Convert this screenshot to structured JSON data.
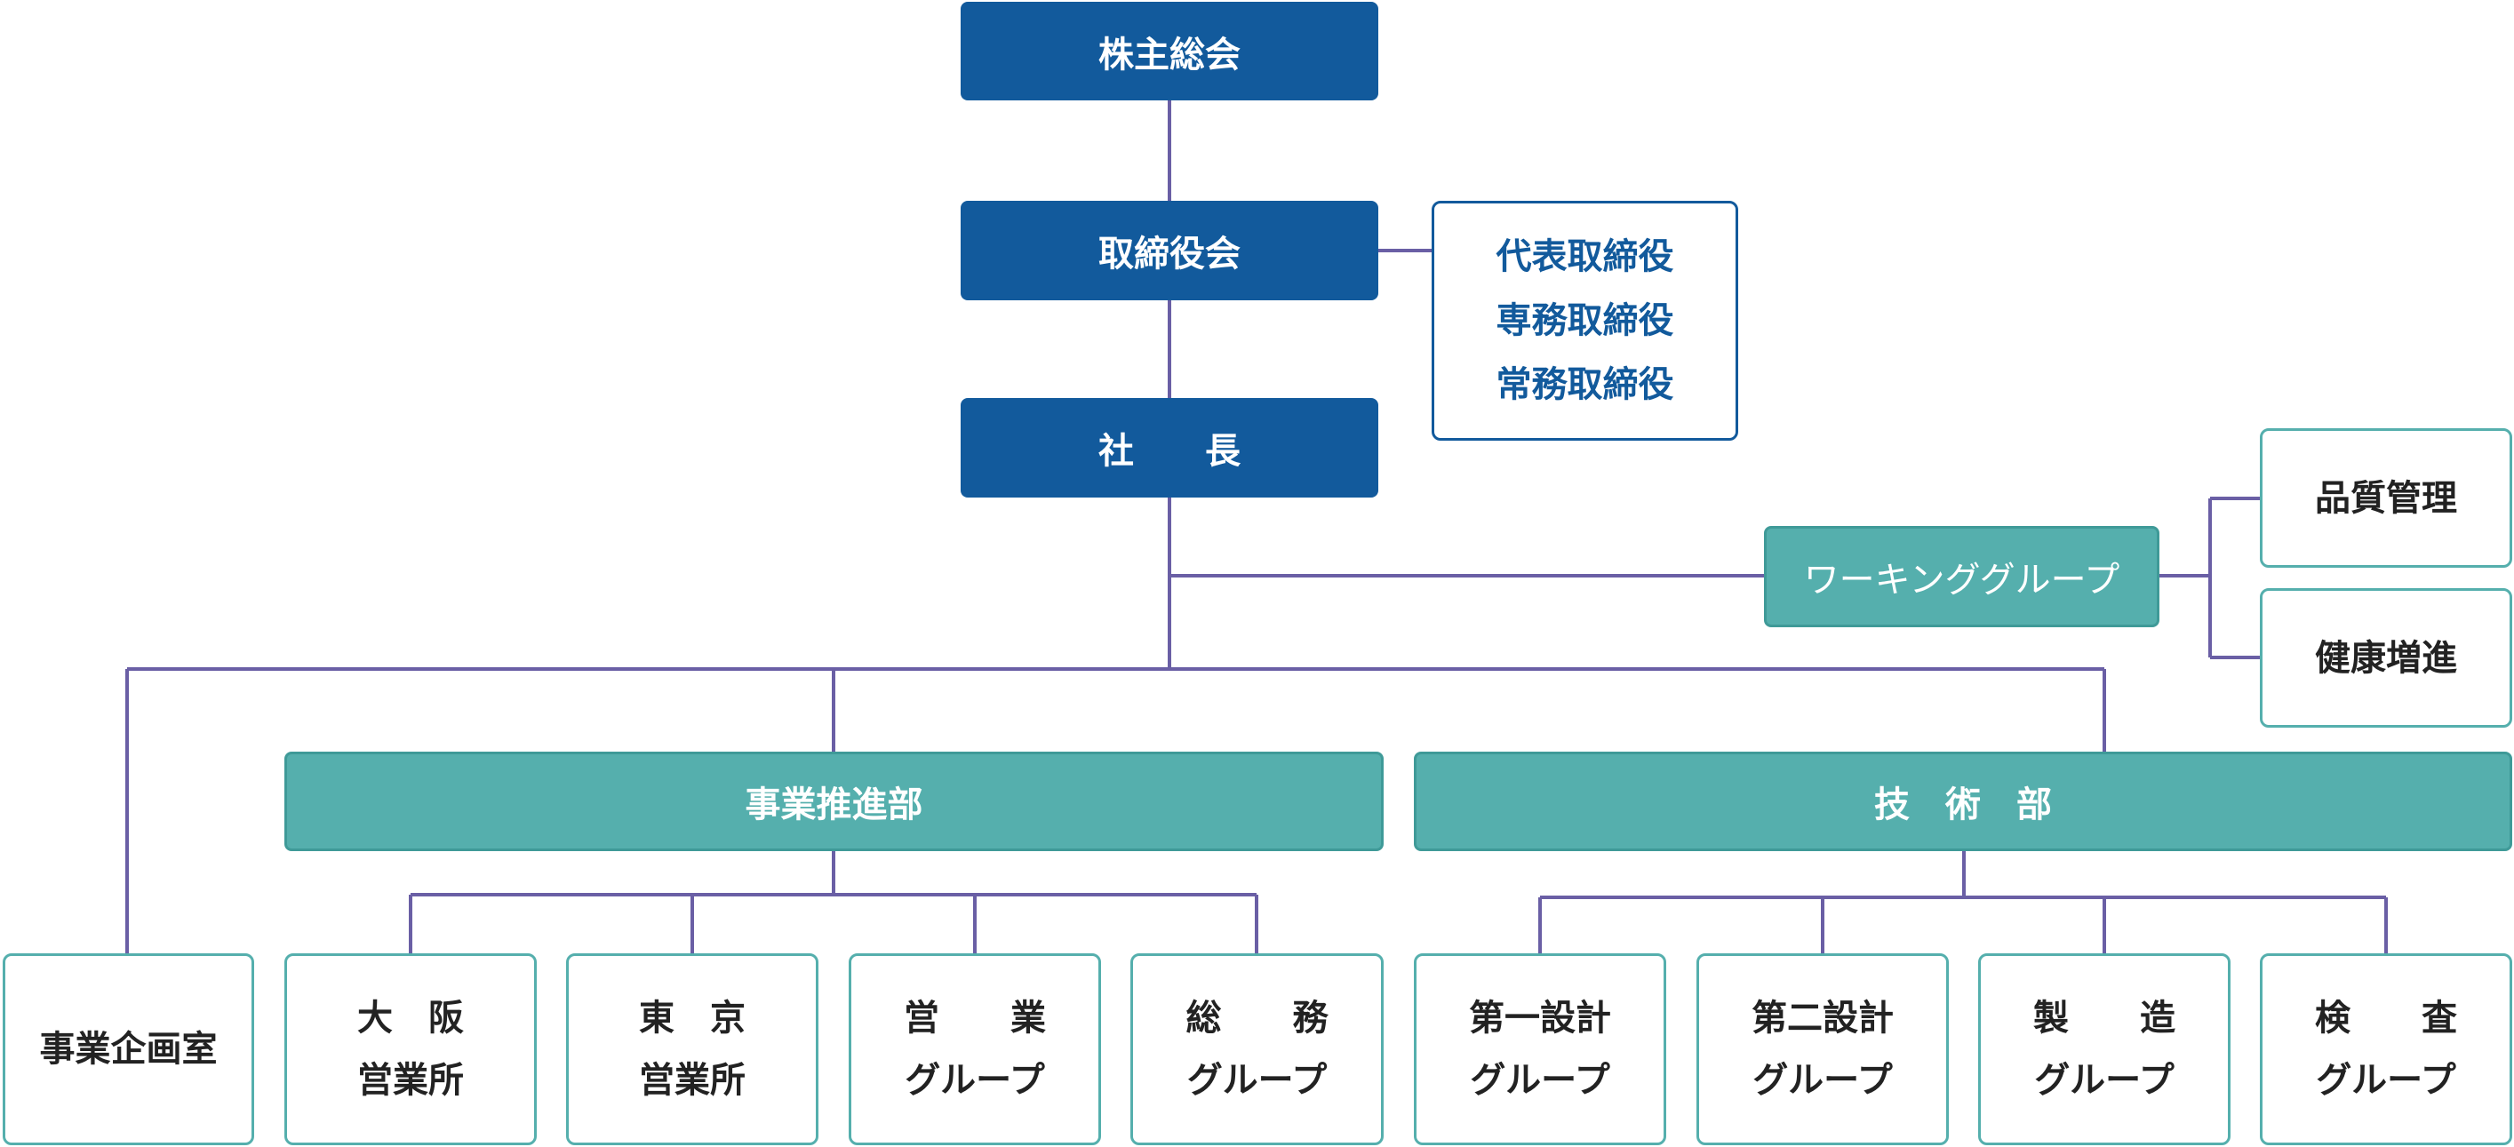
{
  "colors": {
    "navy": "#125a9c",
    "teal": "#55afad",
    "connector": "#6a5fa5",
    "text_dark": "#222222"
  },
  "nodes": {
    "shareholders_meeting": "株主総会",
    "board_of_directors": "取締役会",
    "president": "社　　長",
    "officers": [
      "代表取締役",
      "専務取締役",
      "常務取締役"
    ],
    "working_group": "ワーキンググループ",
    "quality_control": "品質管理",
    "health_promotion": "健康増進",
    "business_promotion_dept": "事業推進部",
    "technical_dept": "技　術　部",
    "business_planning_office": "事業企画室",
    "osaka_office": [
      "大　阪",
      "営業所"
    ],
    "tokyo_office": [
      "東　京",
      "営業所"
    ],
    "sales_group": [
      "営　　業",
      "グループ"
    ],
    "general_affairs_group": [
      "総　　務",
      "グループ"
    ],
    "design_group_1": [
      "第一設計",
      "グループ"
    ],
    "design_group_2": [
      "第二設計",
      "グループ"
    ],
    "manufacturing_group": [
      "製　　造",
      "グループ"
    ],
    "inspection_group": [
      "検　　査",
      "グループ"
    ]
  }
}
